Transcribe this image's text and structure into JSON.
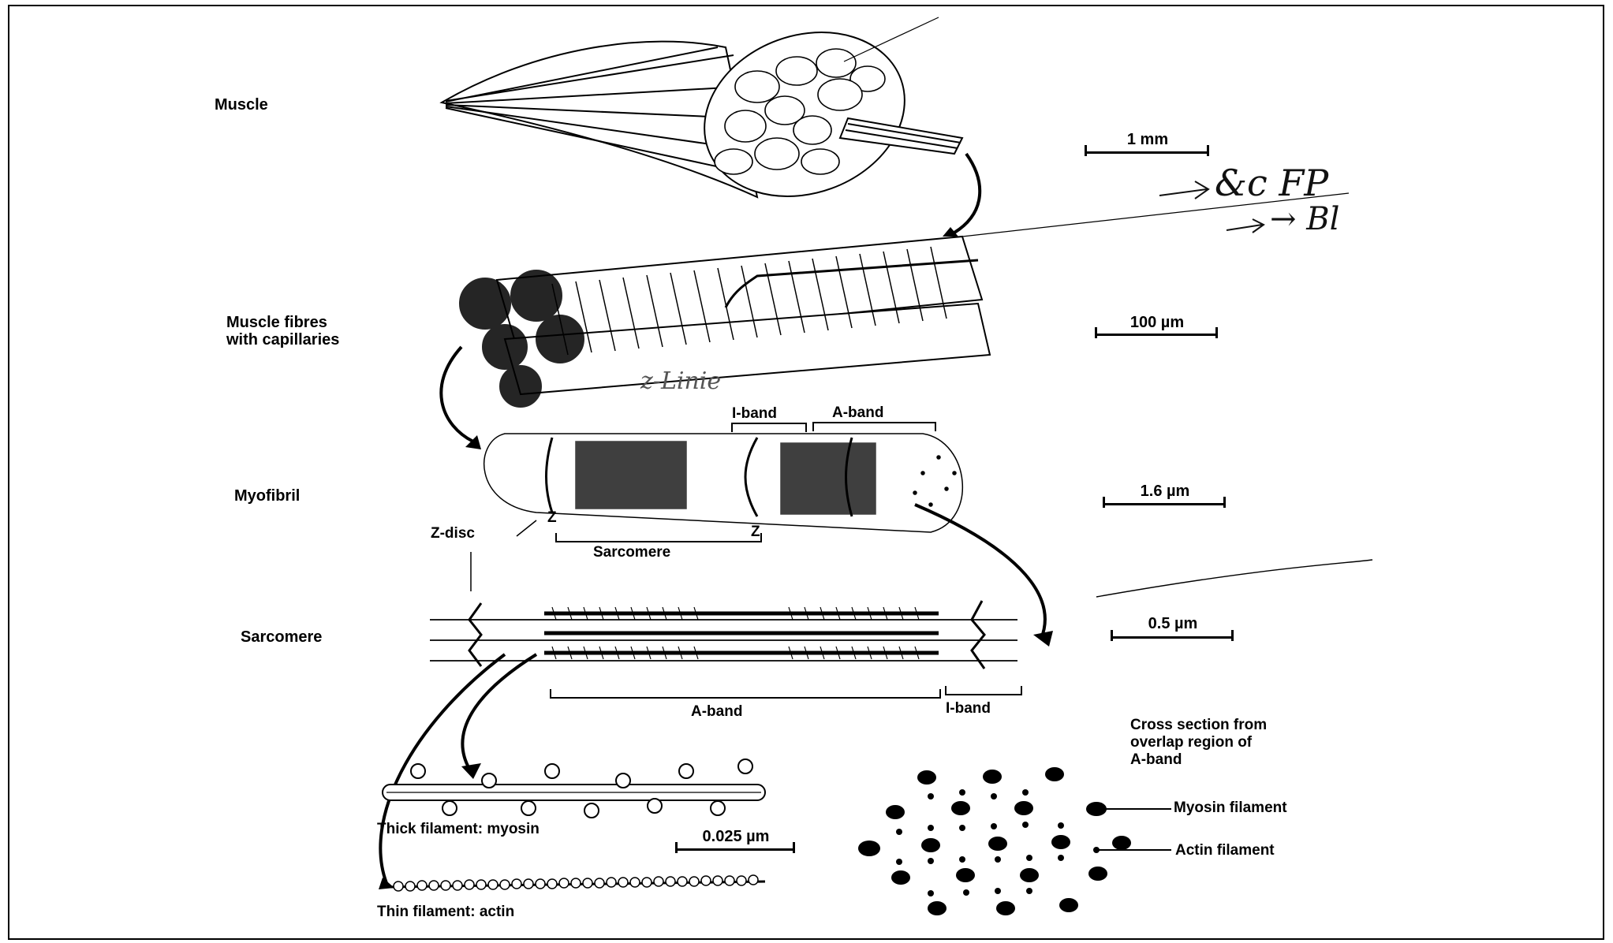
{
  "levels": {
    "muscle": "Muscle",
    "fibres": "Muscle fibres\nwith capillaries",
    "myofibril": "Myofibril",
    "sarcomere": "Sarcomere"
  },
  "scales": {
    "s1": "1 mm",
    "s2": "100 µm",
    "s3": "1.6 µm",
    "s4": "0.5 µm",
    "s5": "0.025 µm"
  },
  "myofibril_labels": {
    "i_band": "I-band",
    "a_band": "A-band",
    "z_disc": "Z-disc",
    "z1": "Z",
    "z2": "Z",
    "sarcomere": "Sarcomere"
  },
  "sarcomere_labels": {
    "a_band": "A-band",
    "i_band": "I-band"
  },
  "filaments": {
    "thick": "Thick filament: myosin",
    "thin": "Thin filament: actin"
  },
  "cross_section": {
    "title": "Cross section from\noverlap region of\nA-band",
    "myosin": "Myosin filament",
    "actin": "Actin filament"
  },
  "handwriting": {
    "note1": "&c FP",
    "note2": "→ Bl",
    "note3": "z-Linie"
  }
}
